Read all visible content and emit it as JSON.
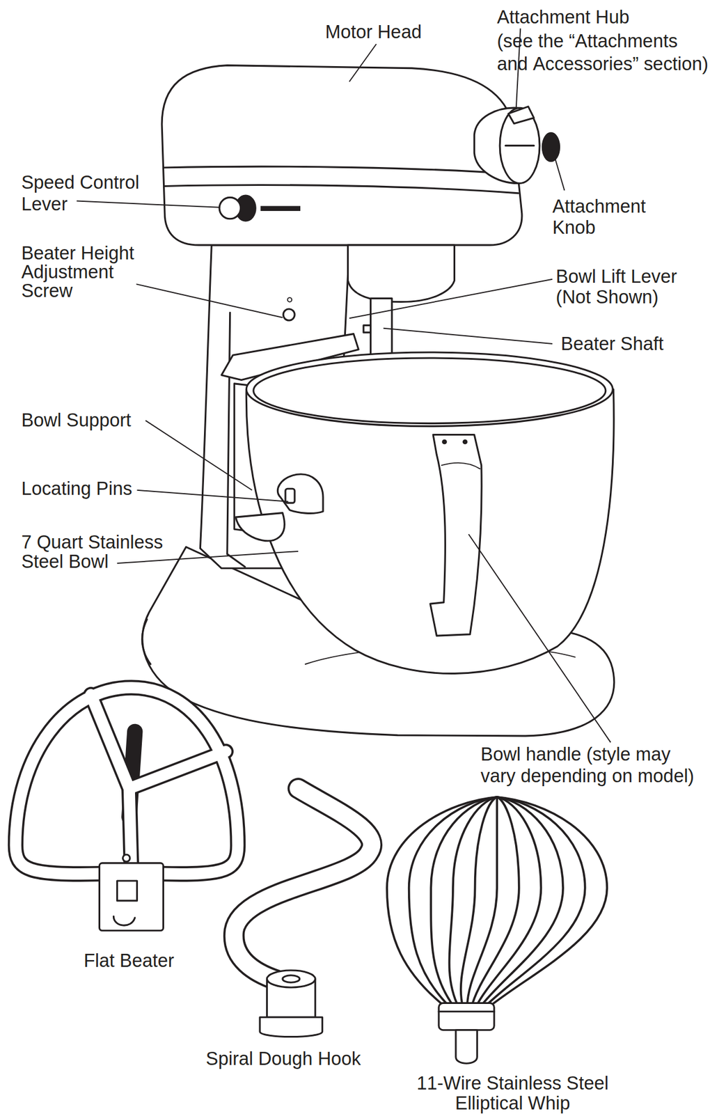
{
  "diagram": {
    "labels": [
      "Motor Head",
      "Attachment Hub",
      "(see the “Attachments and Accessories” section)",
      "Speed Control Lever",
      "Attachment Knob",
      "Beater Height Adjustment Screw",
      "Bowl Lift Lever (Not Shown)",
      "Beater Shaft",
      "Bowl Support",
      "Locating Pins",
      "7 Quart Stainless Steel Bowl",
      "Bowl handle (style may vary depending on model)",
      "Flat Beater",
      "Spiral Dough Hook",
      "11-Wire Stainless Steel Elliptical Whip"
    ]
  }
}
